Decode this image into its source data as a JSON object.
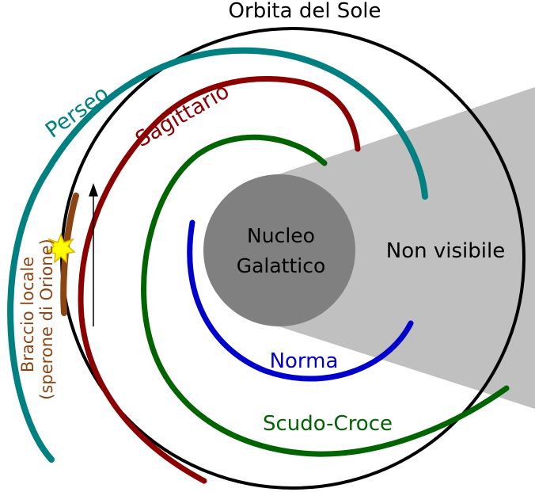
{
  "title": "Orbita del Sole",
  "nucleus": {
    "line1": "Nucleo",
    "line2": "Galattico"
  },
  "hidden_region": "Non visibile",
  "arms": {
    "perseo": "Perseo",
    "sagittario": "Sagittario",
    "norma": "Norma",
    "scudo_croce": "Scudo-Croce",
    "braccio_locale": {
      "line1": "Braccio locale",
      "line2": "(sperone di Orione)"
    }
  },
  "colors": {
    "perseo": "#008080",
    "sagittario": "#8b0000",
    "norma": "#0000cd",
    "scudo_croce": "#006400",
    "braccio_locale": "#8b4513",
    "nucleus": "#808080",
    "hidden_region": "#c0c0c0",
    "sun": "#ffff00"
  }
}
